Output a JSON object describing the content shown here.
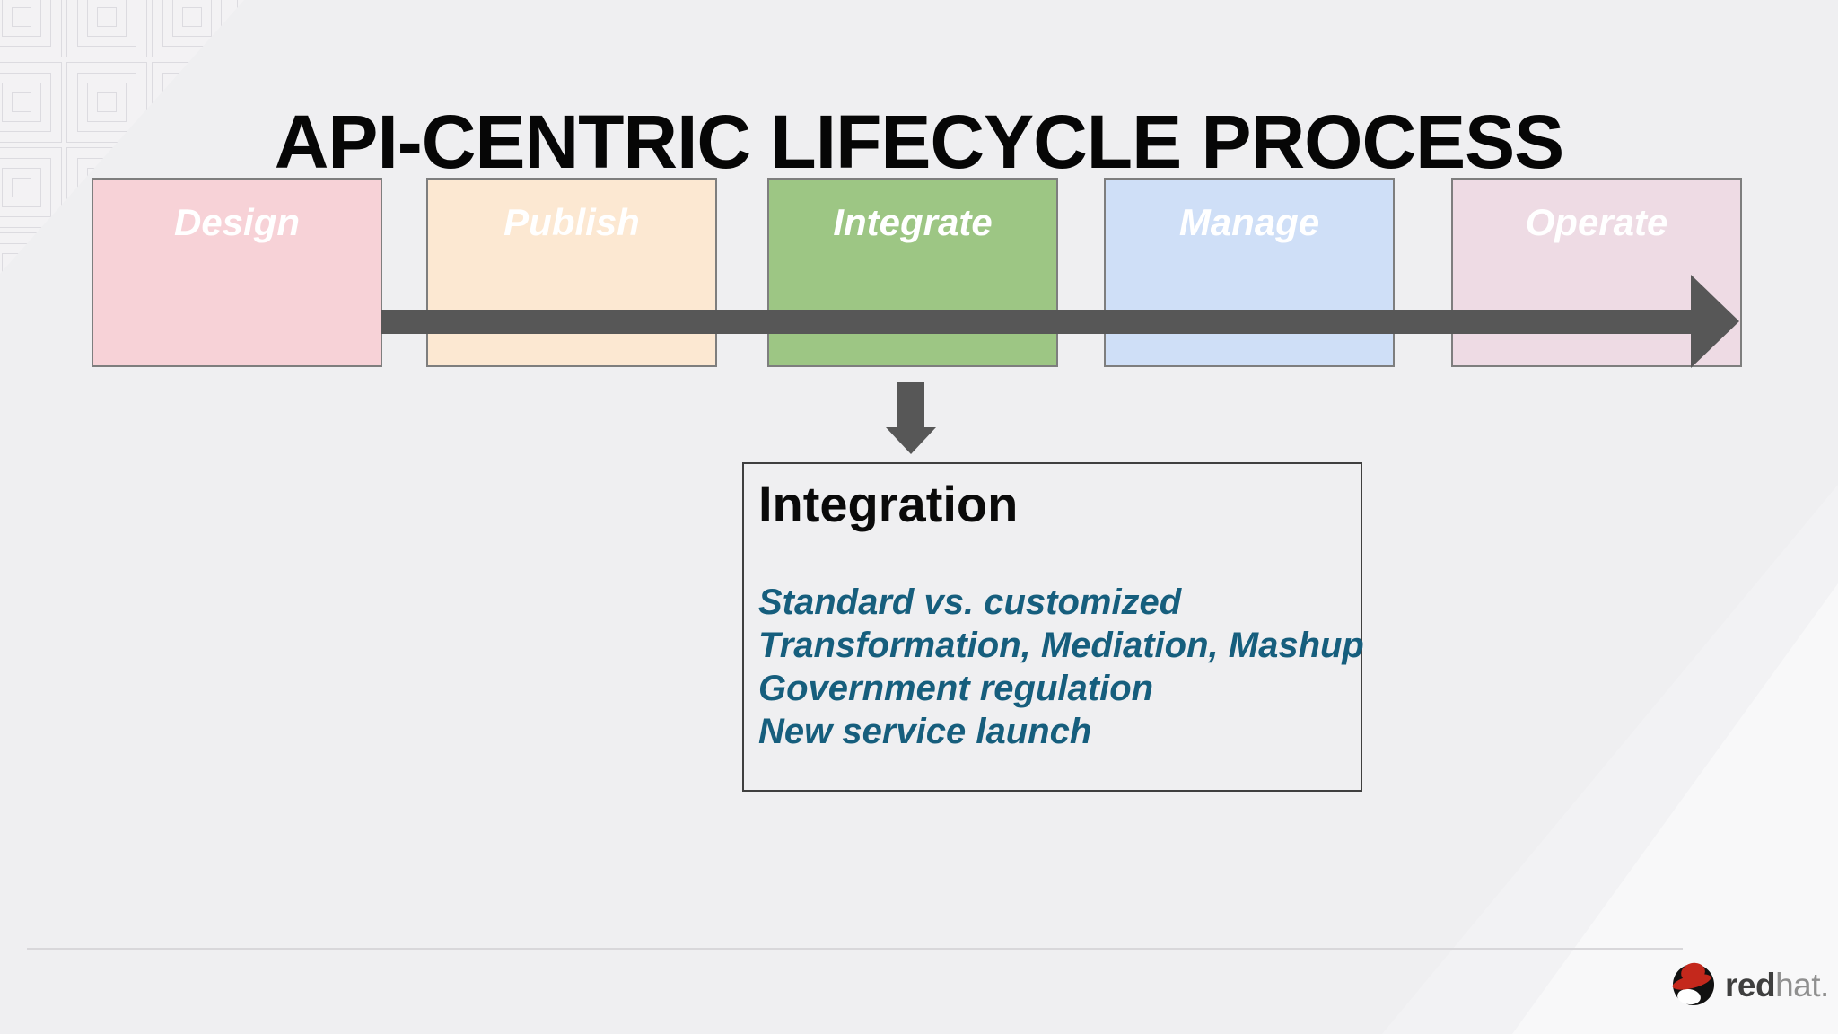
{
  "slide": {
    "title": "API-CENTRIC LIFECYCLE PROCESS"
  },
  "stages": [
    {
      "label": "Design",
      "fill": "#f7d2d7"
    },
    {
      "label": "Publish",
      "fill": "#fce8d2"
    },
    {
      "label": "Integrate",
      "fill": "#9dc684"
    },
    {
      "label": "Manage",
      "fill": "#cfdff7"
    },
    {
      "label": "Operate",
      "fill": "#eedbe4"
    }
  ],
  "detail_panel": {
    "heading": "Integration",
    "items": [
      "Standard vs. customized",
      "Transformation, Mediation, Mashup",
      "Government regulation",
      "New service launch"
    ],
    "text_color": "#165e7d",
    "border_color": "#3f3f3f"
  },
  "colors": {
    "background": "#efeff1",
    "flow_arrow": "#575757",
    "stage_border": "#7e7e7e",
    "divider": "#d8d7da",
    "brand_red": "#c4281c"
  },
  "footer_brand": {
    "bold": "red",
    "light": "hat."
  }
}
